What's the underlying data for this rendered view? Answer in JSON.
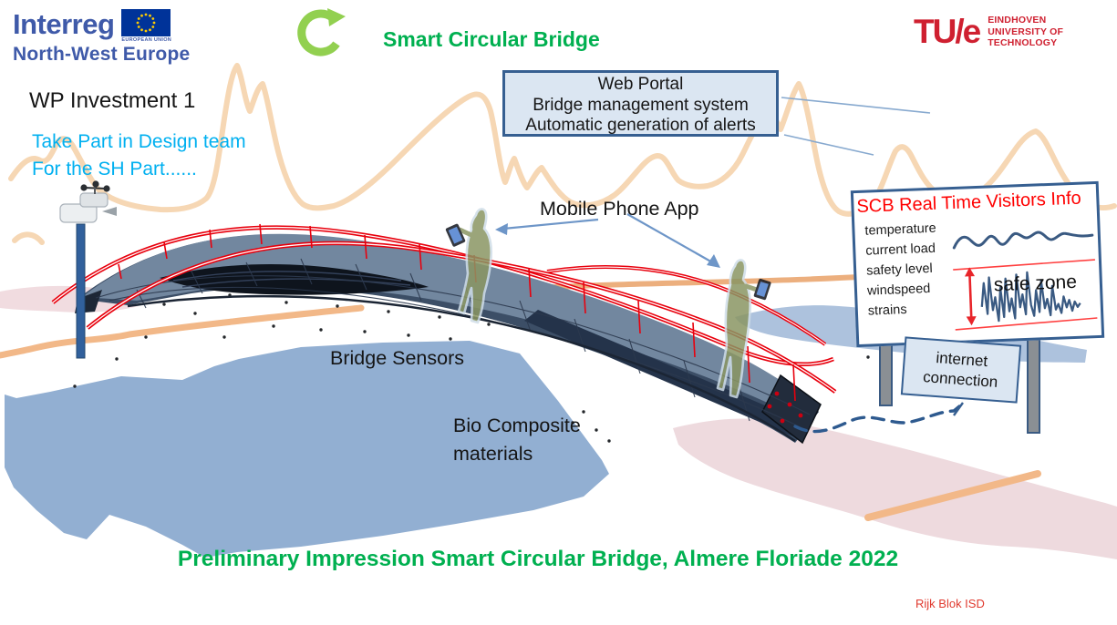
{
  "slide": {
    "interreg": {
      "name": "Interreg",
      "region": "North-West Europe",
      "eu_label": "EUROPEAN UNION"
    },
    "project_title": "Smart Circular Bridge",
    "tue": {
      "mark": "TU/e",
      "line1": "EINDHOVEN",
      "line2": "UNIVERSITY OF",
      "line3": "TECHNOLOGY"
    },
    "wp_label": "WP Investment 1",
    "invite_line1": "Take Part in Design team",
    "invite_line2": "For the SH Part......",
    "web_portal": {
      "line1": "Web Portal",
      "line2": "Bridge management system",
      "line3": "Automatic generation of alerts"
    },
    "mobile_app_label": "Mobile Phone App",
    "bridge_sensors_label": "Bridge Sensors",
    "bio_composite_line1": "Bio Composite",
    "bio_composite_line2": "materials",
    "billboard": {
      "title": "SCB Real Time Visitors Info",
      "metrics": [
        "temperature",
        "current load",
        "safety level",
        "windspeed",
        "strains"
      ],
      "safe_zone_label": "safe zone"
    },
    "internet_box": {
      "line1": "internet",
      "line2": "connection"
    },
    "caption": "Preliminary Impression Smart Circular Bridge, Almere Floriade 2022",
    "credit": "Rijk Blok ISD",
    "icons": {
      "recycle_arrow": "green-circular-arrow",
      "eu_flag": "eu-flag",
      "weather_station": "weather-station-with-anemometer"
    },
    "colors": {
      "green": "#00b050",
      "light_green_arrow": "#92d050",
      "cyan": "#00b0f0",
      "tue_red": "#cf2030",
      "billboard_title_red": "#ff0000",
      "box_border_blue": "#365f91",
      "box_fill_blue": "#dbe6f2",
      "water_blue": "#92afd2",
      "railing_red": "#e8000d",
      "terrain_pink": "#eedade",
      "skyline_peach": "#f6d7b4"
    }
  }
}
